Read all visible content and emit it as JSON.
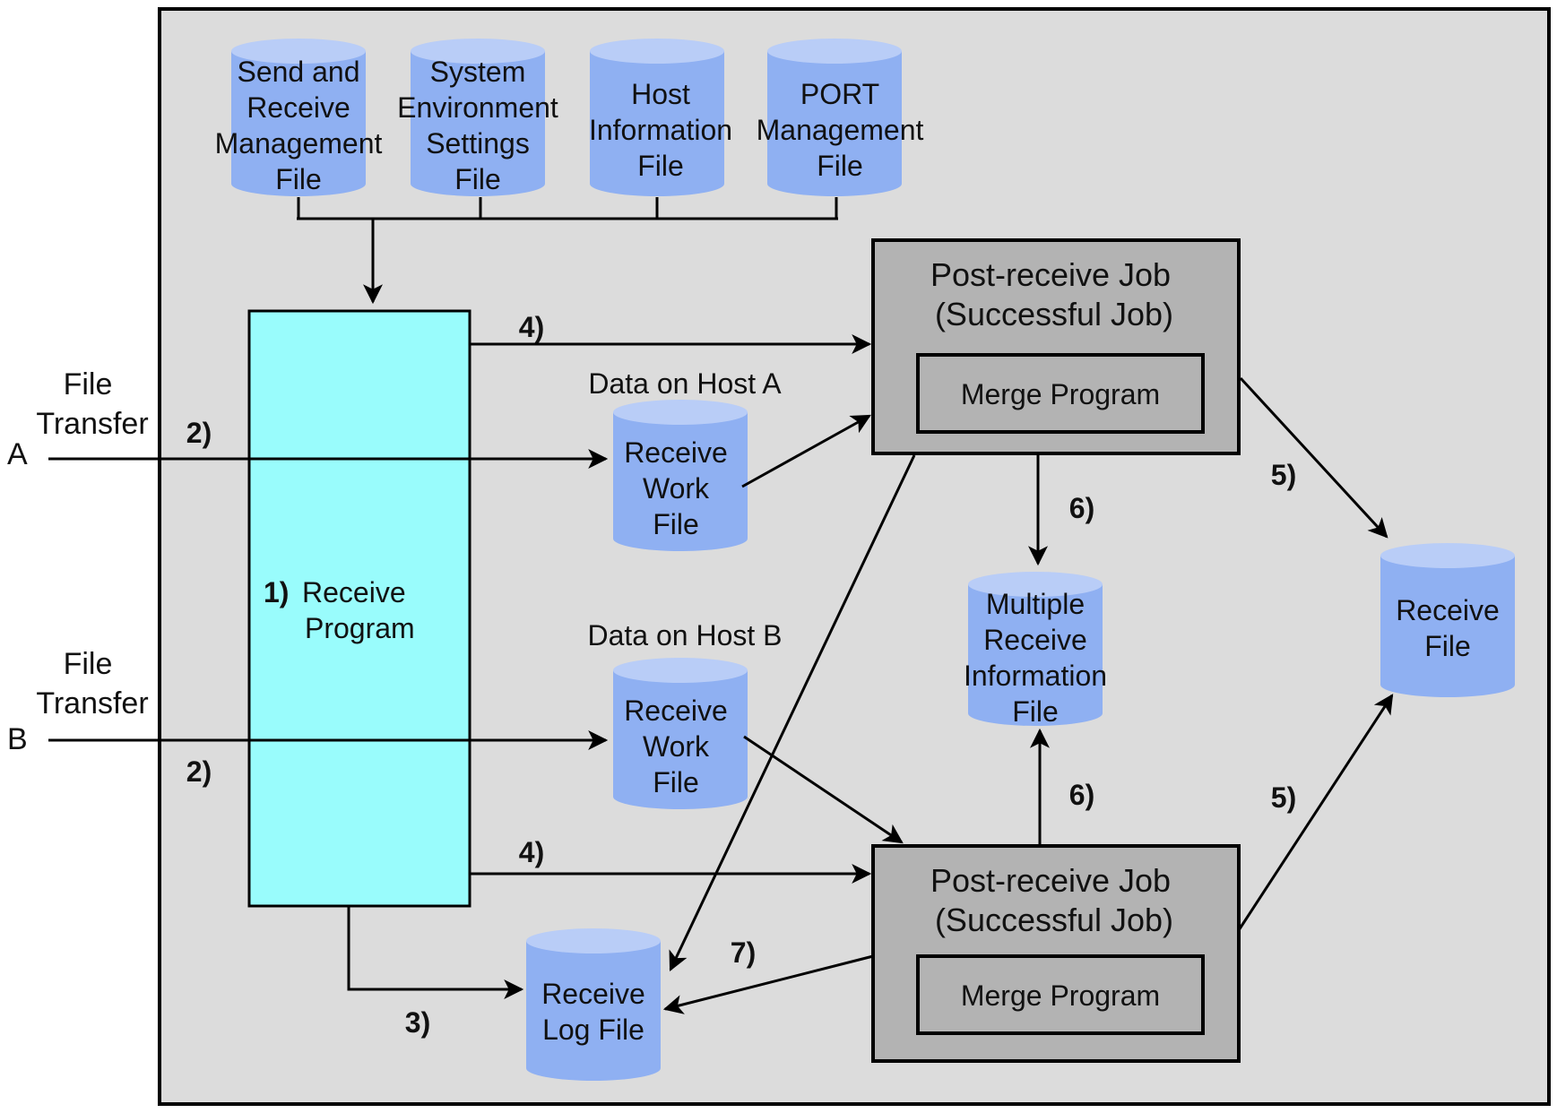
{
  "db_files": [
    {
      "lines": [
        "Send and",
        "Receive",
        "Management",
        "File"
      ]
    },
    {
      "lines": [
        "System",
        "Environment",
        "Settings",
        "File"
      ]
    },
    {
      "lines": [
        "Host",
        "Information",
        "File"
      ]
    },
    {
      "lines": [
        "PORT",
        "Management",
        "File"
      ]
    }
  ],
  "inputs": {
    "a": {
      "caption_1": "File",
      "caption_2": "Transfer",
      "letter": "A"
    },
    "b": {
      "caption_1": "File",
      "caption_2": "Transfer",
      "letter": "B"
    }
  },
  "receive_program": {
    "number": "1)",
    "line1": "Receive",
    "line2": "Program"
  },
  "host_a": {
    "caption": "Data on Host A",
    "file_lines": [
      "Receive",
      "Work",
      "File"
    ]
  },
  "host_b": {
    "caption": "Data on Host B",
    "file_lines": [
      "Receive",
      "Work",
      "File"
    ]
  },
  "job_top": {
    "title1": "Post-receive Job",
    "title2": "(Successful Job)",
    "merge": "Merge Program"
  },
  "job_bottom": {
    "title1": "Post-receive Job",
    "title2": "(Successful Job)",
    "merge": "Merge Program"
  },
  "multi_info_file": {
    "lines": [
      "Multiple",
      "Receive",
      "Information",
      "File"
    ]
  },
  "receive_file": {
    "lines": [
      "Receive",
      "File"
    ]
  },
  "log_file": {
    "lines": [
      "Receive",
      "Log File"
    ]
  },
  "steps": {
    "s2a": "2)",
    "s2b": "2)",
    "s3": "3)",
    "s4a": "4)",
    "s4b": "4)",
    "s5a": "5)",
    "s5b": "5)",
    "s6a": "6)",
    "s6b": "6)",
    "s7": "7)"
  },
  "colors": {
    "panel": "#dcdcdc",
    "receive_program": "#99fcfc",
    "job_box": "#b3b3b3",
    "cylinder": "#8fb0f2"
  }
}
